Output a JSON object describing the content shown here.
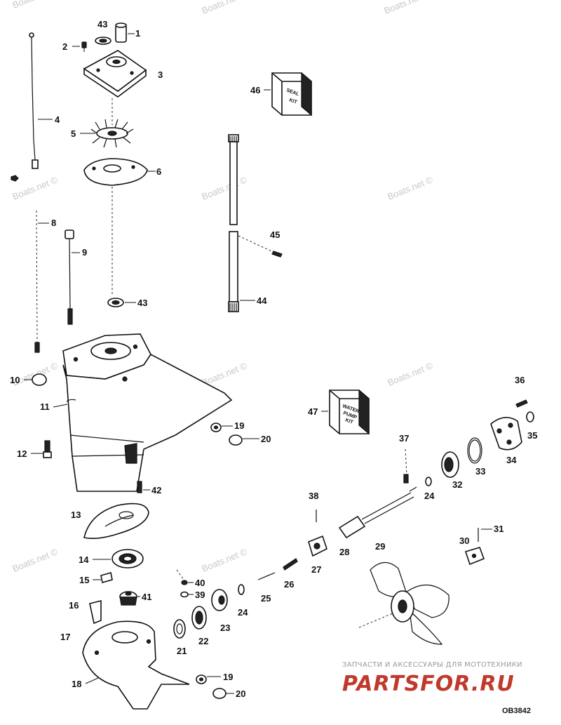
{
  "watermark_text": "Boats.net ©",
  "diagram_code": "OB3842",
  "banner": {
    "top_text": "ЗАПЧАСТИ И АКСЕССУАРЫ ДЛЯ МОТОТЕХНИКИ",
    "logo_text": "PARTSFOR.RU",
    "logo_color": "#c0392b"
  },
  "kits": {
    "seal_kit_line1": "SEAL",
    "seal_kit_line2": "KIT",
    "water_pump_line1": "WATER",
    "water_pump_line2": "PUMP",
    "water_pump_line3": "KIT"
  },
  "callouts": {
    "c1": "1",
    "c2": "2",
    "c3": "3",
    "c4": "4",
    "c5": "5",
    "c6": "6",
    "c8": "8",
    "c9": "9",
    "c10": "10",
    "c11": "11",
    "c12": "12",
    "c13": "13",
    "c14": "14",
    "c15": "15",
    "c16": "16",
    "c17": "17",
    "c18": "18",
    "c19a": "19",
    "c19b": "19",
    "c20a": "20",
    "c20b": "20",
    "c21": "21",
    "c22": "22",
    "c23": "23",
    "c24a": "24",
    "c24b": "24",
    "c25": "25",
    "c26": "26",
    "c27": "27",
    "c28": "28",
    "c29": "29",
    "c30": "30",
    "c31": "31",
    "c32": "32",
    "c33": "33",
    "c34": "34",
    "c35": "35",
    "c36": "36",
    "c37": "37",
    "c38": "38",
    "c39": "39",
    "c40": "40",
    "c41": "41",
    "c42": "42",
    "c43a": "43",
    "c43b": "43",
    "c44": "44",
    "c45": "45",
    "c46": "46",
    "c47": "47"
  }
}
